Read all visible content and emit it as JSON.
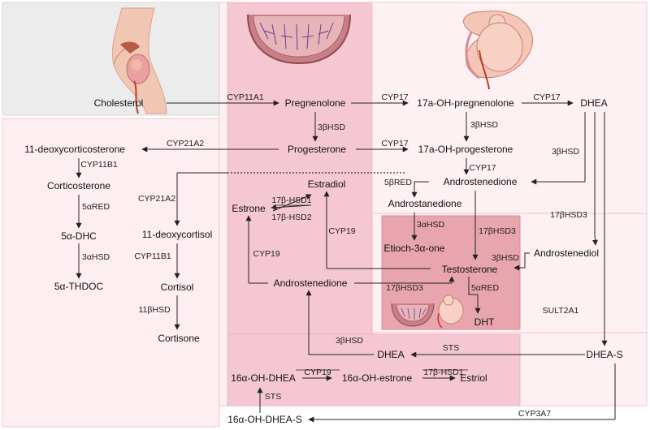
{
  "nodes": {
    "cholesterol": "Cholesterol",
    "pregnenolone": "Pregnenolone",
    "oh_pregnenolone": "17a-OH-pregnenolone",
    "dhea_top": "DHEA",
    "progesterone": "Progesterone",
    "oh_progesterone": "17a-OH-progesterone",
    "deoxycorticosterone": "11-deoxycorticosterone",
    "corticosterone": "Corticosterone",
    "dhc": "5α-DHC",
    "thdoc": "5α-THDOC",
    "deoxycortisol": "11-deoxycortisol",
    "cortisol": "Cortisol",
    "cortisone": "Cortisone",
    "estradiol": "Estradiol",
    "estrone": "Estrone",
    "androstenedione_placenta": "Androstenedione",
    "androstenedione_fetal": "Androstenedione",
    "androstanedione": "Androstanedione",
    "etiocholanolone": "Etioch-3α-one",
    "testosterone": "Testosterone",
    "dht": "DHT",
    "androstenediol": "Androstenediol",
    "dhea_placenta": "DHEA",
    "dhea_s": "DHEA-S",
    "oh_dhea": "16α-OH-DHEA",
    "oh_estrone": "16α-OH-estrone",
    "estriol": "Estriol",
    "oh_dhea_s": "16α-OH-DHEA-S"
  },
  "enzymes": {
    "cyp11a1": "CYP11A1",
    "cyp17_a": "CYP17",
    "cyp17_b": "CYP17",
    "cyp17_c": "CYP17",
    "cyp17_d": "CYP17",
    "hsd3b_preg": "3βHSD",
    "hsd3b_oh": "3βHSD",
    "hsd3b_dhea": "3βHSD",
    "hsd3b_androstenediol": "3βHSD",
    "hsd3b_placenta": "3βHSD",
    "cyp21a2_a": "CYP21A2",
    "cyp21a2_b": "CYP21A2",
    "cyp11b1_a": "CYP11B1",
    "cyp11b1_b": "CYP11B1",
    "red5a_dhc": "5αRED",
    "hsd3a_thdoc": "3αHSD",
    "hsd11b": "11βHSD",
    "hsd17b1": "17β-HSD1",
    "hsd17b2": "17β-HSD2",
    "cyp19_a": "CYP19",
    "cyp19_b": "CYP19",
    "cyp19_c": "CYP19",
    "red5b": "5βRED",
    "hsd3a_etio": "3αHSD",
    "hsd17b3_a": "17βHSD3",
    "hsd17b3_b": "17βHSD3",
    "hsd17b3_c": "17βHSD3",
    "red5a_dht": "5αRED",
    "sult2a1": "SULT2A1",
    "sts_a": "STS",
    "sts_b": "STS",
    "hsd17b1_estriol": "17β-HSD1",
    "cyp3a7": "CYP3A7"
  },
  "colors": {
    "maternal_box": "#ececec",
    "maternal_lower_box": "#fdeef1",
    "placenta_box": "#f5c7d2",
    "fetal_box": "#fdf1f3",
    "testis_box": "#e8a5ad",
    "box_border": "#f2c4cc"
  },
  "icons": [
    "pregnant-torso-icon",
    "placenta-icon",
    "fetus-in-uterus-icon",
    "small-placenta-fetus-icon"
  ]
}
